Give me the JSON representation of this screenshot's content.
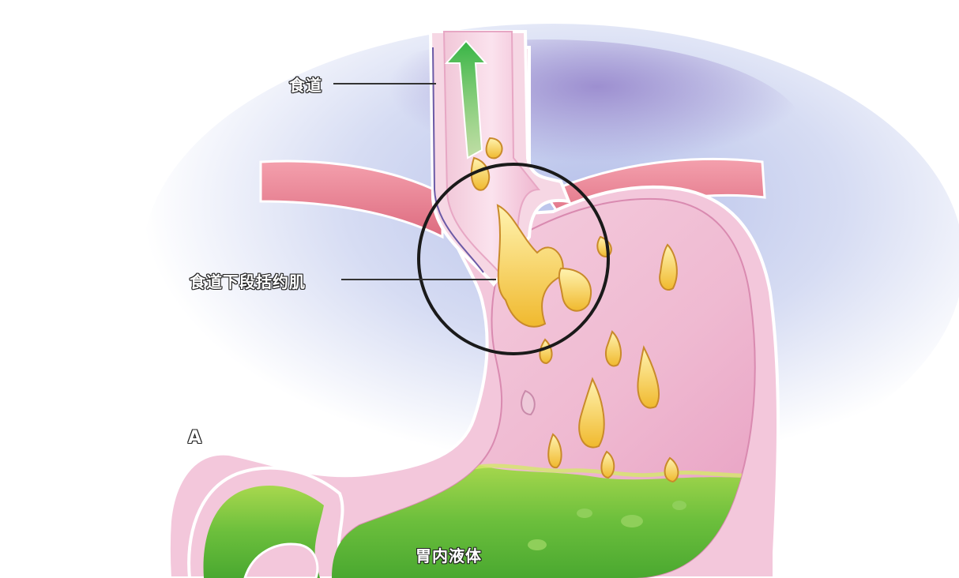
{
  "panel_letter": "A",
  "labels": {
    "esophagus": "食道",
    "lower_esophageal_sphincter": "食道下段括约肌",
    "stomach_fluid": "胃内液体"
  },
  "colors": {
    "stomach_wall": "#e99bbf",
    "stomach_interior": "#f2c4d8",
    "gastric_fluid": "#7dc43a",
    "reflux_droplet": "#f2c23a",
    "reflux_arrow": "#5cc94a",
    "diaphragm": "#e47a8a",
    "background_tint": "#c9d2ef",
    "highlight_circle": "#1a1a1a"
  }
}
